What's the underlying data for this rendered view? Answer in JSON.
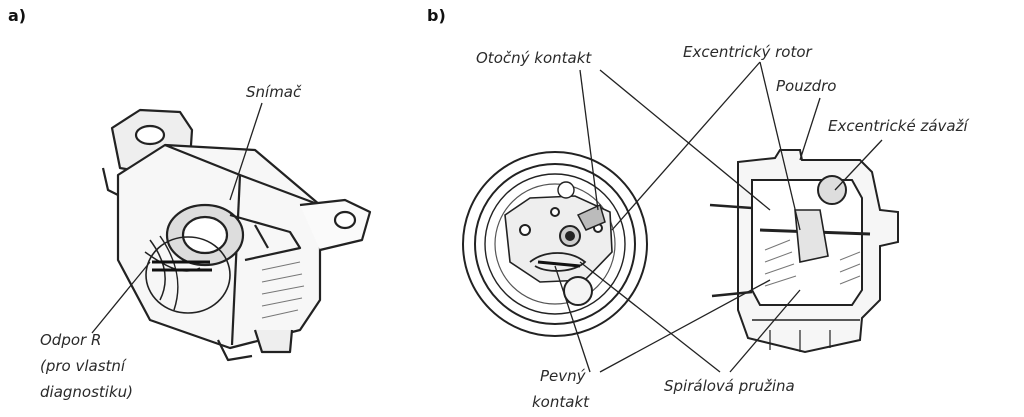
{
  "panels": [
    {
      "tag": "a)"
    },
    {
      "tag": "b)"
    }
  ],
  "panel_a": {
    "labels": {
      "snimac": "Snímač",
      "odpor_line1": "Odpor R",
      "odpor_line2": "(pro vlastní",
      "odpor_line3": "diagnostiku)"
    }
  },
  "panel_b": {
    "labels": {
      "otocny_kontakt": "Otočný kontakt",
      "excentricky_rotor": "Excentrický rotor",
      "pouzdro": "Pouzdro",
      "excentricke_zavazi": "Excentrické závaží",
      "pevny_line1": "Pevný",
      "pevny_line2": "kontakt",
      "spiralova_pruzina": "Spirálová pružina"
    }
  },
  "colors": {
    "ink": "#222222",
    "paper": "#ffffff",
    "shade": "#888888"
  }
}
